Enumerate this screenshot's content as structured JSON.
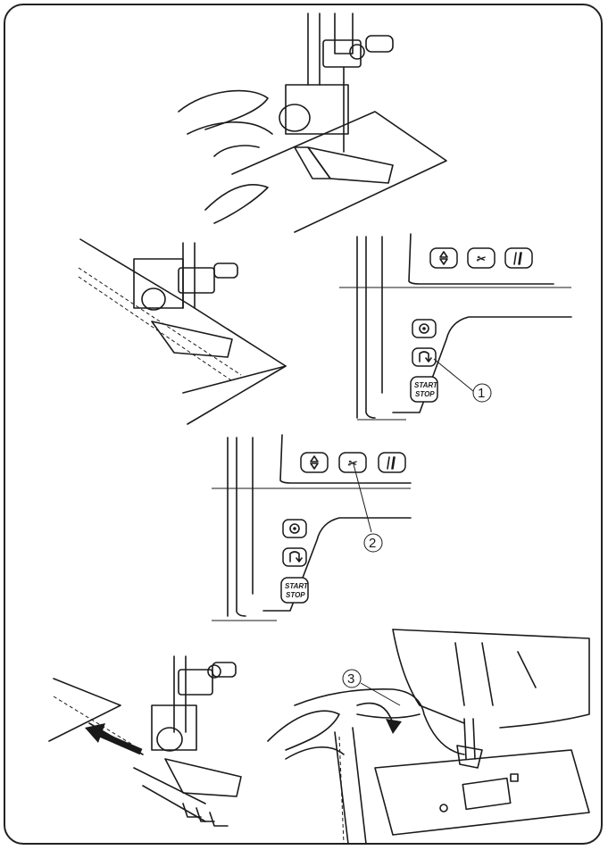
{
  "figures": {
    "panel_buttons": {
      "start_stop_top": "START",
      "start_stop_bottom": "STOP"
    },
    "callouts": [
      "1",
      "2",
      "3"
    ],
    "icons": [
      "needle-up-down-icon",
      "thread-cutter-icon",
      "speed-icon",
      "needle-position-icon",
      "reverse-icon",
      "start-stop-button",
      "arrow-icon"
    ]
  }
}
